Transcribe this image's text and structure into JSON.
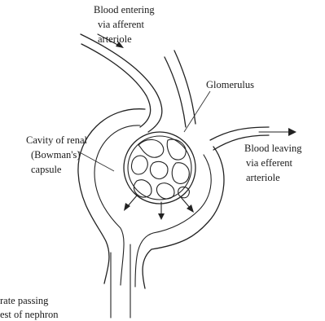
{
  "labels": {
    "afferent": [
      "Blood entering",
      "via afferent",
      "arteriole"
    ],
    "glomerulus": "Glomerulus",
    "cavity": [
      "Cavity of renal",
      "(Bowman's)",
      "capsule"
    ],
    "efferent": [
      "Blood leaving",
      "via efferent",
      "arteriole"
    ],
    "filtrate": [
      "rate passing",
      "est of nephron"
    ]
  },
  "colors": {
    "stroke": "#222222",
    "text": "#1a1a1a",
    "background": "#ffffff"
  }
}
